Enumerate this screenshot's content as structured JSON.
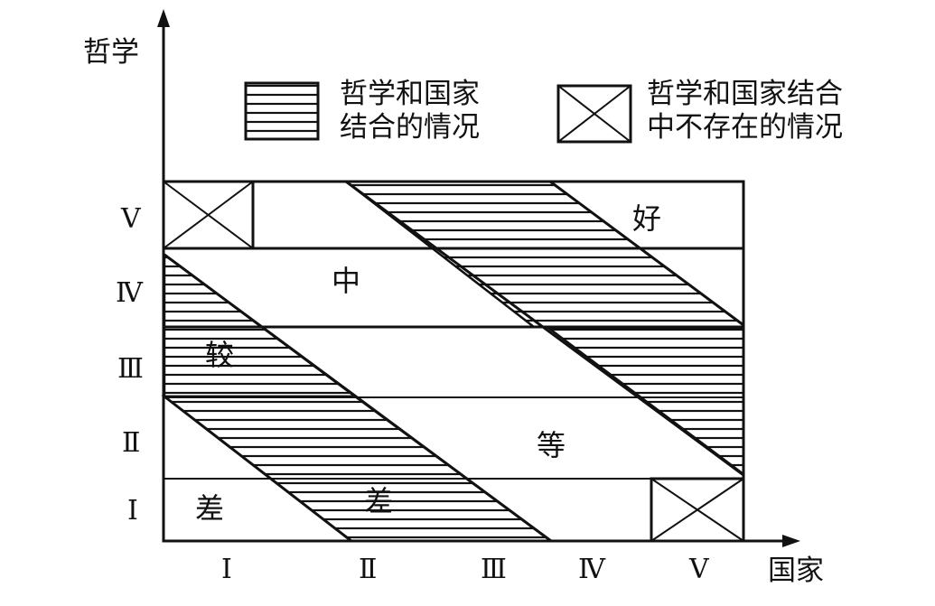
{
  "y_axis_label": "哲学",
  "x_axis_label": "国家",
  "y_tick_labels": [
    "Ⅰ",
    "Ⅱ",
    "Ⅲ",
    "Ⅳ",
    "Ⅴ"
  ],
  "x_tick_labels": [
    "Ⅰ",
    "Ⅱ",
    "Ⅲ",
    "Ⅳ",
    "Ⅴ"
  ],
  "legend": {
    "hatched": {
      "line1": "哲学和国家",
      "line2": "结合的情况"
    },
    "crossed": {
      "line1": "哲学和国家结合",
      "line2": "中不存在的情况"
    }
  },
  "region_labels": {
    "good": "好",
    "medium": "中",
    "fair": "较",
    "equal": "等",
    "poor_left": "差",
    "poor_right": "差"
  },
  "colors": {
    "ink": "#111111",
    "background": "#ffffff"
  }
}
